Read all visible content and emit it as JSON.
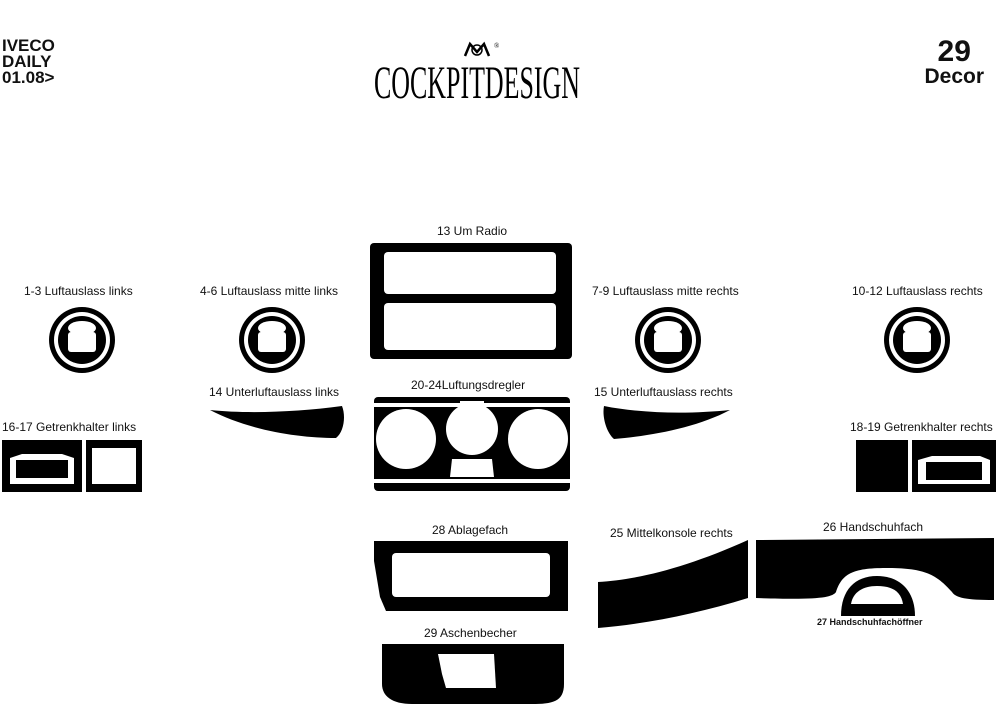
{
  "header": {
    "model_line1": "IVECO",
    "model_line2": "DAILY",
    "model_line3": "01.08>",
    "kit_number": "29",
    "kit_type": "Decor"
  },
  "logo": {
    "text": "COCKPITDESIGN",
    "registered_mark": "®"
  },
  "parts": {
    "p1": "1-3 Luftauslass links",
    "p4": "4-6 Luftauslass mitte links",
    "p7": "7-9 Luftauslass mitte rechts",
    "p10": "10-12 Luftauslass rechts",
    "p13": "13 Um Radio",
    "p14": "14 Unterluftauslass links",
    "p15": "15 Unterluftauslass rechts",
    "p16": "16-17 Getrenkhalter links",
    "p18": "18-19 Getrenkhalter rechts",
    "p20": "20-24Luftungsdregler",
    "p25": "25 Mittelkonsole rechts",
    "p26": "26 Handschuhfach",
    "p27": "27 Handschuhfachöffner",
    "p28": "28  Ablagefach",
    "p29": "29 Aschenbecher"
  },
  "colors": {
    "part_fill": "#000000",
    "background": "#ffffff"
  }
}
